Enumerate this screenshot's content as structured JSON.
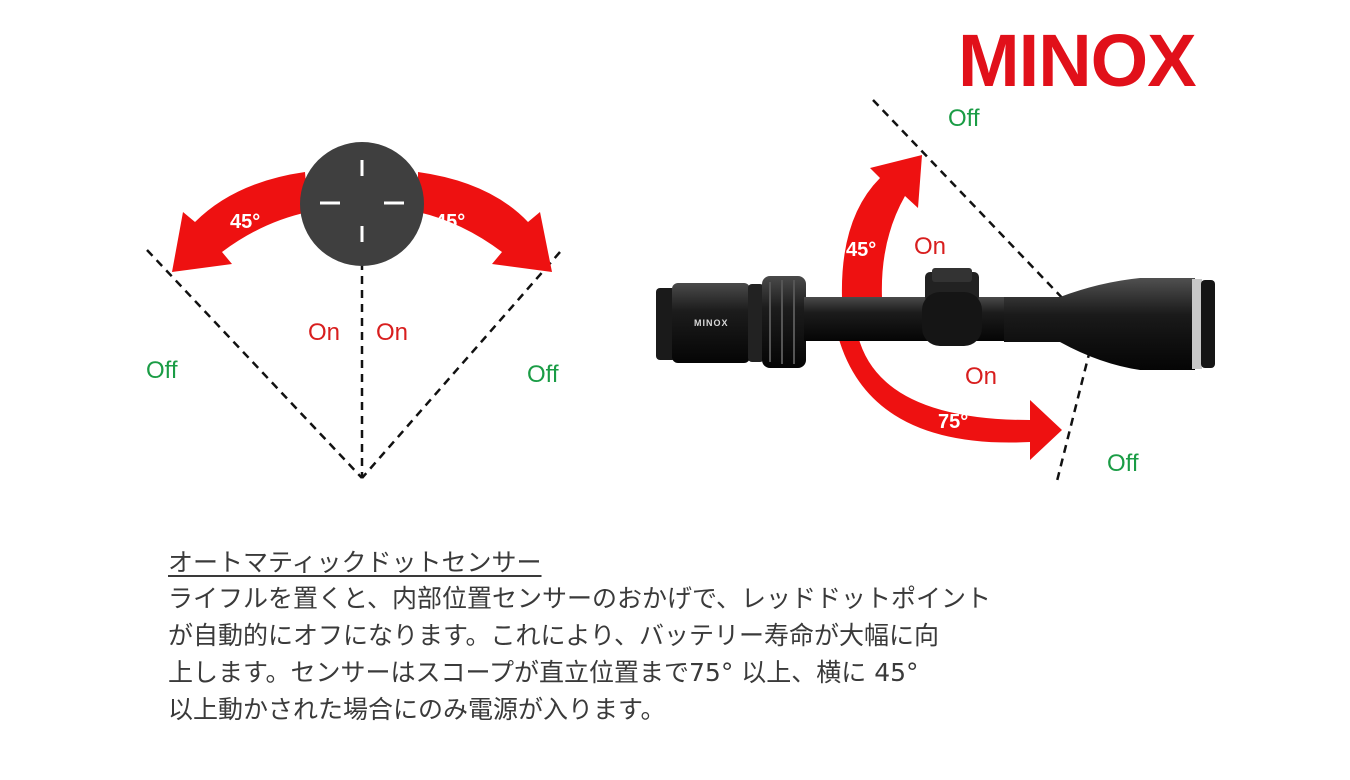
{
  "brand": {
    "name": "MINOX",
    "color": "#e1101a"
  },
  "colors": {
    "on": "#d81e1e",
    "off": "#1a9c45",
    "arrow": "#ee1111",
    "dial": "#3f3f3f"
  },
  "left_diagram": {
    "angle_left": "45°",
    "angle_right": "45°",
    "on_left": "On",
    "on_right": "On",
    "off_left": "Off",
    "off_right": "Off"
  },
  "right_diagram": {
    "angle_up": "45°",
    "angle_down": "75°",
    "on_upper": "On",
    "on_lower": "On",
    "off_upper": "Off",
    "off_lower": "Off",
    "scope_label": "MINOX"
  },
  "caption": {
    "title": "オートマティックドットセンサー",
    "lines": [
      "ライフルを置くと、内部位置センサーのおかげで、レッドドットポイント",
      "が自動的にオフになります。これにより、バッテリー寿命が大幅に向",
      "上します。センサーはスコープが直立位置まで75° 以上、横に 45°",
      "以上動かされた場合にのみ電源が入ります。"
    ]
  }
}
